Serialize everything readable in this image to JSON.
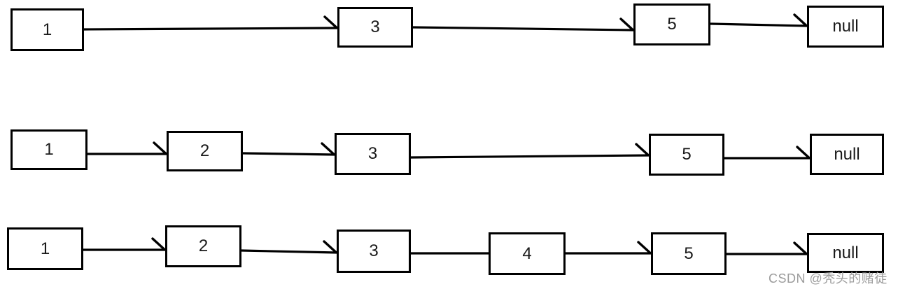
{
  "colors": {
    "background": "#ffffff",
    "box_fill": "#ffffff",
    "box_border": "#000000",
    "arrow": "#000000",
    "node_text": "#1a1a1a",
    "watermark_text": "#9c9c9c"
  },
  "diagram": {
    "description": "three singly linked lists drawn as rows of boxes joined by arrows",
    "rows": [
      {
        "nodes": [
          "1",
          "3",
          "5",
          "null"
        ],
        "links": [
          {
            "from": "1",
            "to": "3",
            "arrowhead": true
          },
          {
            "from": "3",
            "to": "5",
            "arrowhead": true
          },
          {
            "from": "5",
            "to": "null",
            "arrowhead": true
          }
        ]
      },
      {
        "nodes": [
          "1",
          "2",
          "3",
          "5",
          "null"
        ],
        "links": [
          {
            "from": "1",
            "to": "2",
            "arrowhead": true
          },
          {
            "from": "2",
            "to": "3",
            "arrowhead": true
          },
          {
            "from": "3",
            "to": "5",
            "arrowhead": true
          },
          {
            "from": "5",
            "to": "null",
            "arrowhead": true
          }
        ]
      },
      {
        "nodes": [
          "1",
          "2",
          "3",
          "4",
          "5",
          "null"
        ],
        "links": [
          {
            "from": "1",
            "to": "2",
            "arrowhead": true
          },
          {
            "from": "2",
            "to": "3",
            "arrowhead": true
          },
          {
            "from": "3",
            "to": "4",
            "arrowhead": false
          },
          {
            "from": "4",
            "to": "5",
            "arrowhead": true
          },
          {
            "from": "5",
            "to": "null",
            "arrowhead": true
          }
        ]
      }
    ]
  },
  "watermark": {
    "text": "CSDN @秃头的赌徒"
  }
}
